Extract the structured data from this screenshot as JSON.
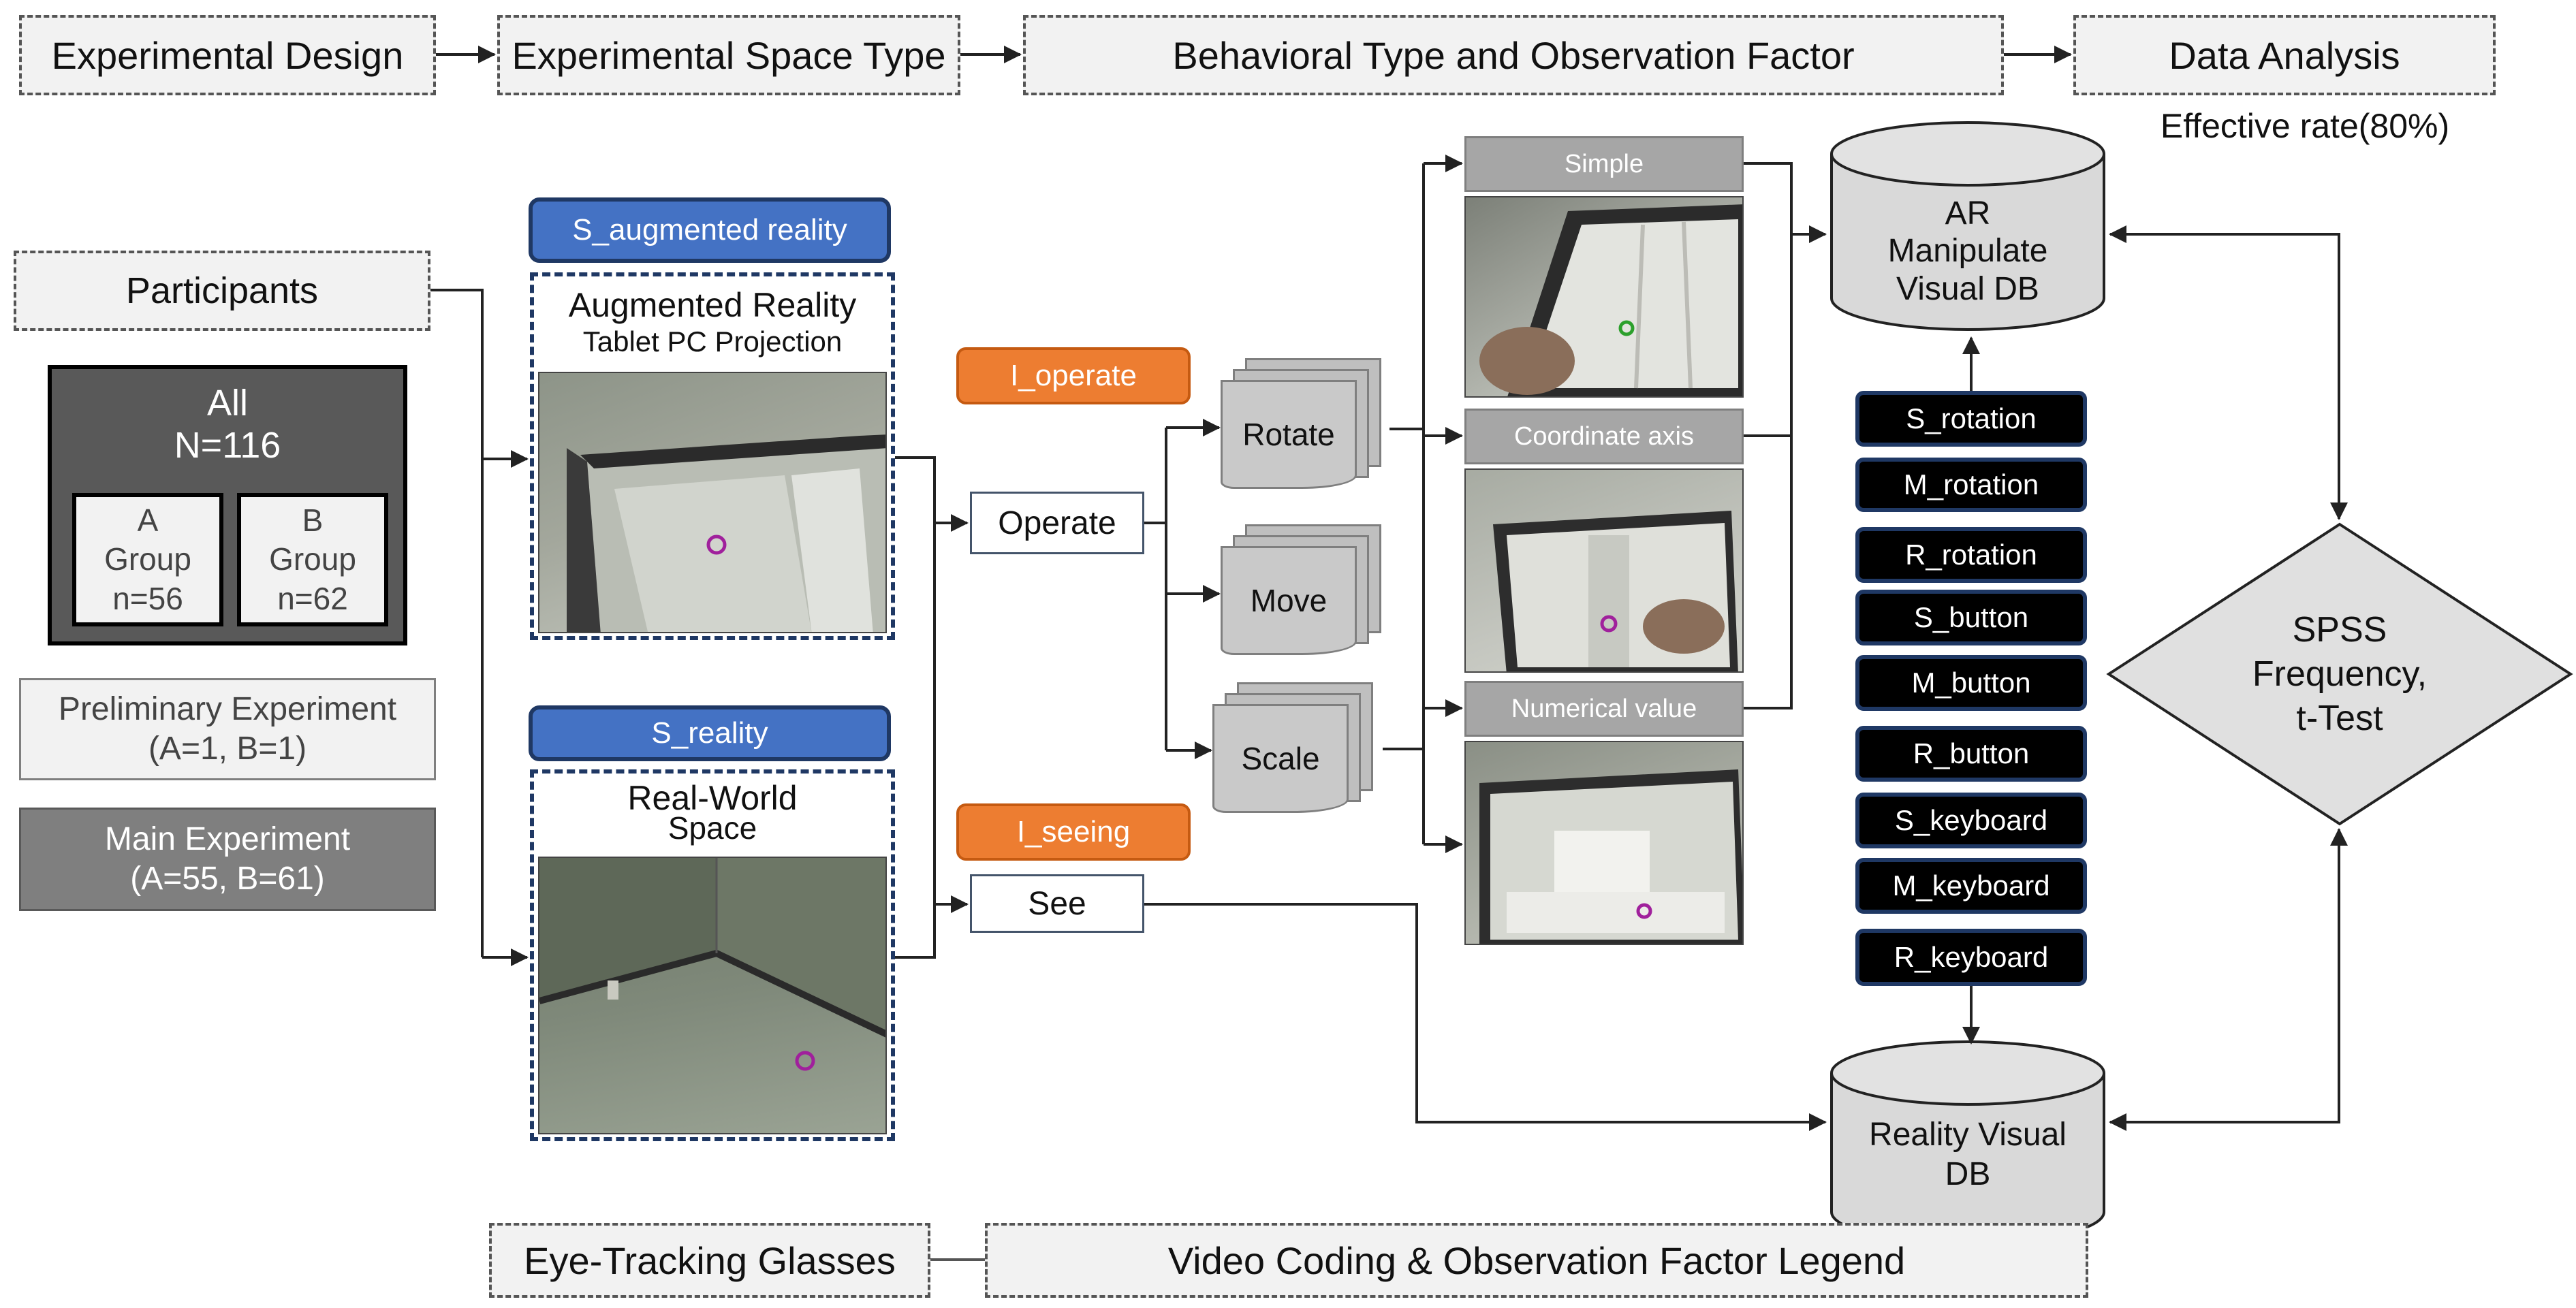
{
  "header": {
    "experimental_design": "Experimental Design",
    "space_type": "Experimental Space Type",
    "behavioral": "Behavioral Type and Observation Factor",
    "data_analysis": "Data Analysis",
    "effective_rate": "Effective rate(80%)"
  },
  "participants": {
    "title": "Participants",
    "all": "All",
    "total": "N=116",
    "group_a": [
      "A",
      "Group",
      "n=56"
    ],
    "group_b": [
      "B",
      "Group",
      "n=62"
    ],
    "preliminary": "Preliminary Experiment",
    "preliminary_counts": "(A=1, B=1)",
    "main": "Main Experiment",
    "main_counts": "(A=55, B=61)"
  },
  "spaces": {
    "ar_tag": "S_augmented reality",
    "ar_title": "Augmented Reality",
    "ar_subtitle": "Tablet PC Projection",
    "reality_tag": "S_reality",
    "reality_title": "Real-World",
    "reality_subtitle": "Space"
  },
  "behaviors": {
    "operate_tag": "I_operate",
    "seeing_tag": "I_seeing",
    "operate": "Operate",
    "see": "See",
    "rotate": "Rotate",
    "move": "Move",
    "scale": "Scale"
  },
  "modes": {
    "simple": "Simple",
    "coordinate_axis": "Coordinate axis",
    "numerical_value": "Numerical value"
  },
  "factors": [
    "S_rotation",
    "M_rotation",
    "R_rotation",
    "S_button",
    "M_button",
    "R_button",
    "S_keyboard",
    "M_keyboard",
    "R_keyboard"
  ],
  "databases": {
    "ar_db": [
      "AR",
      "Manipulate",
      "Visual DB"
    ],
    "reality_db": [
      "Reality Visual",
      "DB"
    ]
  },
  "analysis": {
    "spss": [
      "SPSS",
      "Frequency,",
      "t-Test"
    ]
  },
  "footer": {
    "glasses": "Eye-Tracking Glasses",
    "legend": "Video Coding & Observation Factor Legend"
  },
  "colors": {
    "blue": "#4472c4",
    "orange": "#ed7d31",
    "gray": "#a6a6a6",
    "gaze_marker": "#a0209c"
  }
}
